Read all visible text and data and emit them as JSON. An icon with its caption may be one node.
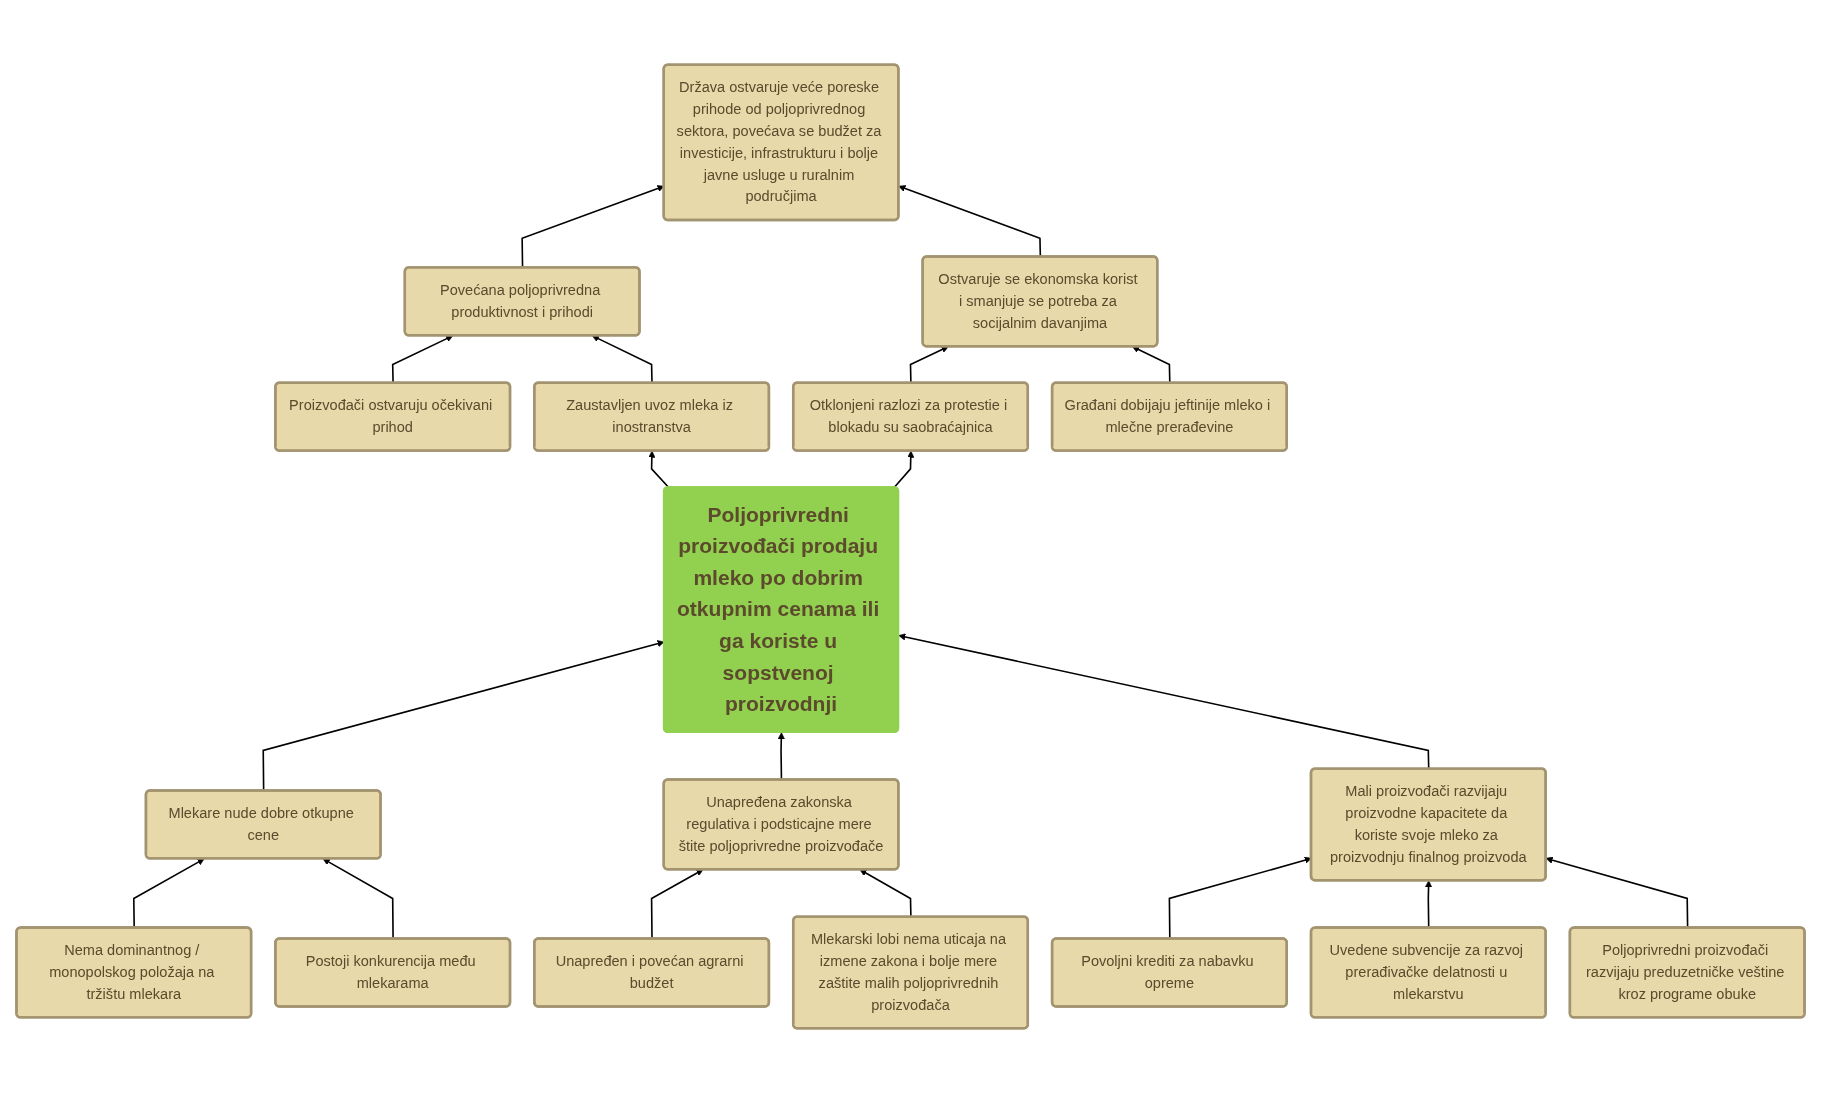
{
  "diagram": {
    "nodes": [
      {
        "text": [
          "Država ostvaruje veće poreske prihode od poljoprivrednog sektora, povećava se budžet za investicije, infrastrukturu i bolje javne usluge u ruralnim područjima"
        ]
      },
      {
        "text": [
          "Povećana poljoprivredna produktivnost i prihodi"
        ]
      },
      {
        "text": [
          "Ostvaruje se ekonomska korist i smanjuje se potreba za socijalnim davanjima"
        ]
      },
      {
        "text": [
          "Proizvođači ostvaruju očekivani prihod"
        ]
      },
      {
        "text": [
          "Zaustavljen uvoz mleka iz inostranstva"
        ]
      },
      {
        "text": [
          "Otklonjeni razlozi za protestie i blokadu su saobraćajnica"
        ]
      },
      {
        "text": [
          "Građani dobijaju jeftinije mleko i mlečne prerađevine"
        ]
      },
      {
        "text": [
          "Poljoprivredni proizvođači prodaju mleko po dobrim otkupnim cenama ili ga koriste u sopstvenoj proizvodnji"
        ]
      },
      {
        "text": [
          "Mlekare nude dobre otkupne cene"
        ]
      },
      {
        "text": [
          "Unapređena zakonska regulativa i podsticajne mere štite poljoprivredne proizvođače"
        ]
      },
      {
        "text": [
          "Mali proizvođači razvijaju proizvodne kapacitete da koriste svoje mleko za proizvodnju finalnog proizvoda"
        ]
      },
      {
        "text": [
          "Nema dominantnog / monopolskog položaja na tržištu mlekara"
        ]
      },
      {
        "text": [
          "Postoji konkurencija među mlekarama"
        ]
      },
      {
        "text": [
          "Unapređen i povećan agrarni budžet"
        ]
      },
      {
        "text": [
          "Mlekarski lobi nema uticaja na izmene zakona i bolje mere zaštite malih poljoprivrednih proizvođača"
        ]
      },
      {
        "text": [
          "Povoljni krediti za nabavku opreme"
        ]
      },
      {
        "text": [
          "Uvedene subvencije za razvoj prerađivačke delatnosti u mlekarstvu"
        ]
      },
      {
        "text": [
          "Poljoprivredni proizvođači razvijaju preduzetničke veštine kroz programe obuke"
        ]
      }
    ],
    "edges": [
      {
        "from": 1,
        "to": 0,
        "arrow": "to"
      },
      {
        "from": 2,
        "to": 0,
        "arrow": "to"
      },
      {
        "from": 3,
        "to": 1,
        "arrow": "to"
      },
      {
        "from": 4,
        "to": 1,
        "arrow": "to"
      },
      {
        "from": 5,
        "to": 2,
        "arrow": "to"
      },
      {
        "from": 6,
        "to": 2,
        "arrow": "to"
      },
      {
        "from": 7,
        "to": 4,
        "arrow": "to"
      },
      {
        "from": 7,
        "to": 5,
        "arrow": "to"
      },
      {
        "from": 8,
        "to": 7,
        "arrow": "to"
      },
      {
        "from": 9,
        "to": 7,
        "arrow": "to"
      },
      {
        "from": 10,
        "to": 7,
        "arrow": "to"
      },
      {
        "from": 11,
        "to": 8,
        "arrow": "to"
      },
      {
        "from": 12,
        "to": 8,
        "arrow": "to"
      },
      {
        "from": 13,
        "to": 9,
        "arrow": "to"
      },
      {
        "from": 14,
        "to": 9,
        "arrow": "to"
      },
      {
        "from": 15,
        "to": 10,
        "arrow": "to"
      },
      {
        "from": 16,
        "to": 10,
        "arrow": "to"
      },
      {
        "from": 17,
        "to": 10,
        "arrow": "to"
      }
    ]
  }
}
